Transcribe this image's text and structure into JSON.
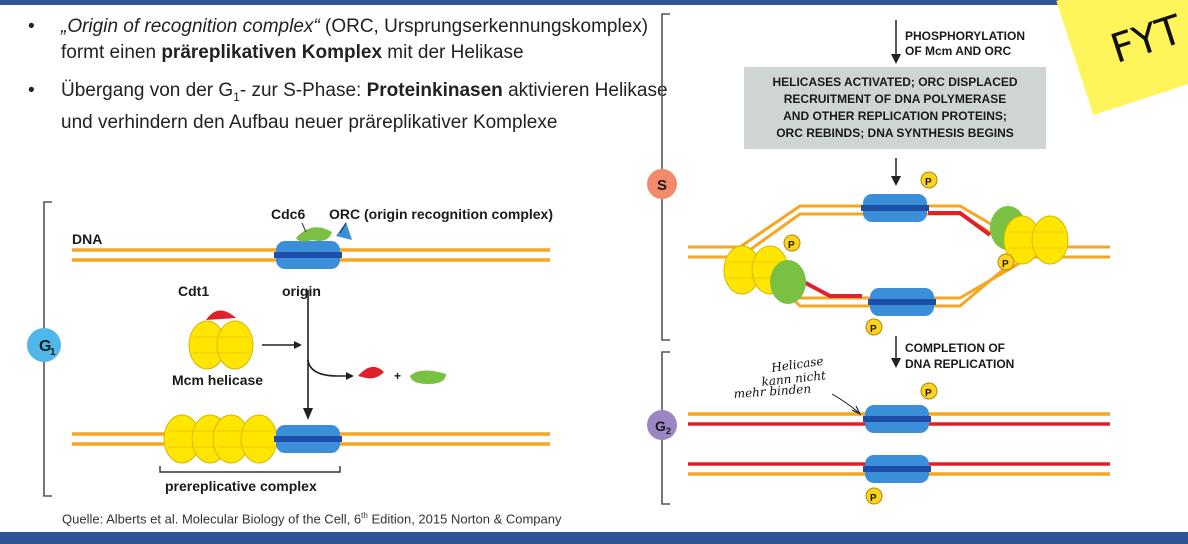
{
  "bullets": [
    {
      "parts": [
        {
          "text": "„Origin of recognition complex“",
          "style": "italic"
        },
        {
          "text": " (ORC, Ursprungserkennungskomplex) formt einen ",
          "style": "normal"
        },
        {
          "text": "präreplikativen Komplex",
          "style": "bold"
        },
        {
          "text": " mit der Helikase",
          "style": "normal"
        }
      ]
    },
    {
      "parts": [
        {
          "text": "Übergang von der G",
          "style": "normal"
        },
        {
          "text": "1",
          "style": "sub"
        },
        {
          "text": "- zur S-Phase: ",
          "style": "normal"
        },
        {
          "text": "Proteinkinasen",
          "style": "bold"
        },
        {
          "text": " aktivieren Helikase und verhindern den Aufbau neuer präreplikativer Komplexe",
          "style": "normal"
        }
      ]
    }
  ],
  "bullet_symbol": "•",
  "left_diagram": {
    "phase_label": "G",
    "phase_sub": "1",
    "dna_label": "DNA",
    "cdc6_label": "Cdc6",
    "orc_label": "ORC (origin recognition complex)",
    "origin_label": "origin",
    "cdt1_label": "Cdt1",
    "mcm_label": "Mcm helicase",
    "plus_sign": "+",
    "complex_label": "prereplicative complex"
  },
  "right_diagram": {
    "s_phase_label": "S",
    "g2_phase_label": "G",
    "g2_sub": "2",
    "phospho_line1": "PHOSPHORYLATION",
    "phospho_line2": "OF Mcm AND ORC",
    "box_lines": [
      "HELICASES ACTIVATED; ORC DISPLACED",
      "RECRUITMENT OF DNA POLYMERASE",
      "AND OTHER REPLICATION PROTEINS;",
      "ORC REBINDS; DNA SYNTHESIS BEGINS"
    ],
    "completion_line1": "COMPLETION OF",
    "completion_line2": "DNA REPLICATION",
    "p_label": "P",
    "handwritten": [
      "Helicase",
      "kann nicht",
      "mehr binden"
    ]
  },
  "sticky_note_text": "FYT",
  "caption": {
    "before": "Quelle: Alberts et al. Molecular Biology of the Cell, 6",
    "sup": "th",
    "after": " Edition, 2015 Norton & Company"
  },
  "colors": {
    "dna_strand": "#f5a623",
    "new_strand": "#e0202a",
    "orc": "#3b8fd9",
    "orc_band": "#1e4fa8",
    "mcm": "#ffe600",
    "cdc6": "#7ac143",
    "cdt1": "#e0202a",
    "phosphate": "#ffd21f",
    "g1_circle": "#4fb8e8",
    "s_circle": "#f28a6b",
    "g2_circle": "#9a86c3",
    "box": "#cfd5d2",
    "sticky": "#fff55a",
    "bar": "#2f5597"
  }
}
